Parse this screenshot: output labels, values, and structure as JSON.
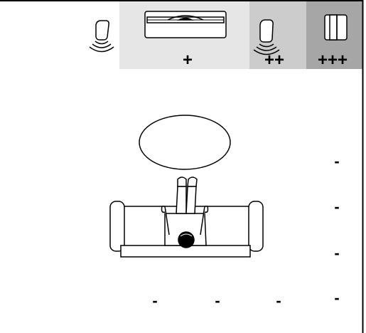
{
  "zones": [
    {
      "id": "zone-none",
      "fill": "#ffffff",
      "label": ""
    },
    {
      "id": "zone-plus",
      "fill": "#e6e6e6",
      "label": "+"
    },
    {
      "id": "zone-plus2",
      "fill": "#cccccc",
      "label": "++"
    },
    {
      "id": "zone-plus3",
      "fill": "#a6a6a6",
      "label": "+++"
    }
  ],
  "minus_marks": {
    "label": "-",
    "count": 7
  },
  "devices": {
    "speaker_left": "speaker-icon",
    "soundbar": "soundbar-icon",
    "speaker_right": "speaker-icon",
    "tower": "tower-speaker-icon"
  },
  "furniture": {
    "table": "coffee-table",
    "sofa": "sofa",
    "person": "person-icon"
  },
  "colors": {
    "stroke": "#000000",
    "background": "#ffffff"
  }
}
